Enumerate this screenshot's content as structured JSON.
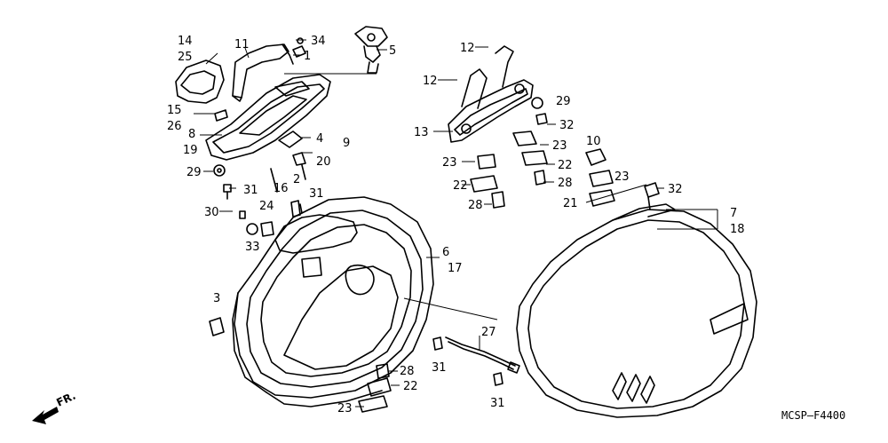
{
  "diagram": {
    "callouts": [
      "14",
      "25",
      "11",
      "34",
      "1",
      "5",
      "15",
      "26",
      "8",
      "19",
      "4",
      "9",
      "20",
      "29",
      "31",
      "16",
      "2",
      "31",
      "30",
      "24",
      "33",
      "3",
      "6",
      "17",
      "28",
      "22",
      "23",
      "27",
      "31",
      "31",
      "12",
      "12",
      "13",
      "29",
      "32",
      "23",
      "23",
      "22",
      "22",
      "28",
      "28",
      "10",
      "23",
      "32",
      "21",
      "7",
      "18"
    ],
    "front_marker": "FR.",
    "figure_code": "MCSP—F4400"
  }
}
